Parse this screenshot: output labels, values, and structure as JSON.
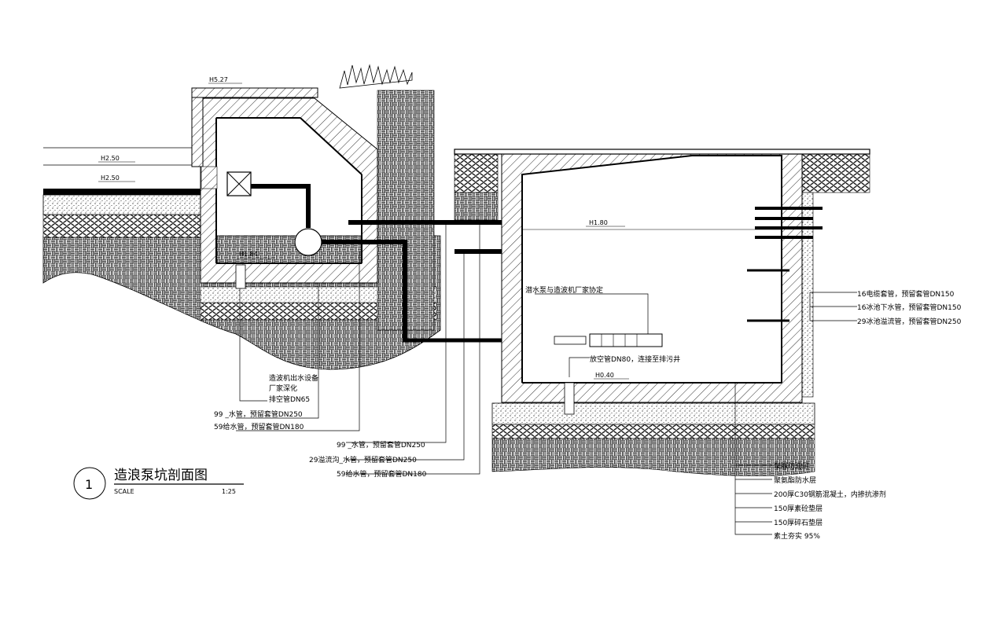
{
  "title": "造浪泵坑剖面图",
  "detail_number": "1",
  "scale_label": "SCALE",
  "scale_value": "1:25",
  "levels": {
    "top_cap": "H5.27",
    "water_left": "H2.50",
    "deck_left": "H2.50",
    "pit_floor_left": "H1.84",
    "water_right": "H1.80",
    "pit_floor_right": "H0.40"
  },
  "labels": {
    "left_equipment": [
      "造波机出水设备",
      "厂家深化"
    ],
    "left_drain": "排空管DN65",
    "pipe_a": "99 _水管，预留套管DN250",
    "pipe_b": "59给水管，预留套管DN180",
    "pipe_c": "99 _水管，预留套管DN250",
    "pipe_d": "29溢流沟_水管，预留套管DN250",
    "pipe_e": "59给水管，预留套管DN180",
    "pump_note": "潜水泵与造波机厂家协定",
    "pump_pipe": "放空管DN80，连接至排污井",
    "right_1": "16电缆套管，预留套管DN150",
    "right_2": "16冰池下水管，预留套管DN150",
    "right_3": "29冰池溢流管，预留套管DN250",
    "layers": [
      "聚脲防滑层",
      "聚氨酯防水层",
      "200厚C30钢筋混凝土，内掺抗渗剂",
      "150厚素砼垫层",
      "150厚碎石垫层",
      "素土夯实 95%"
    ]
  }
}
